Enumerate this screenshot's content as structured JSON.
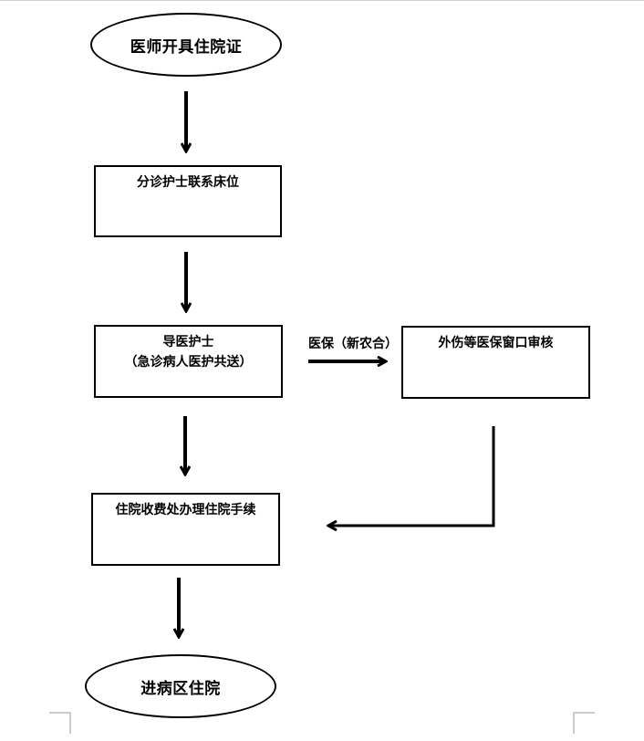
{
  "nodes": {
    "start": "医师开具住院证",
    "triage": "分诊护士联系床位",
    "guide": {
      "title": "导医护士",
      "subtitle": "（急诊病人医护共送）"
    },
    "insurance": "外伤等医保窗口审核",
    "admission": "住院收费处办理住院手续",
    "end": "进病区住院"
  },
  "edges": {
    "guide_to_insurance": "医保（新农合）"
  }
}
